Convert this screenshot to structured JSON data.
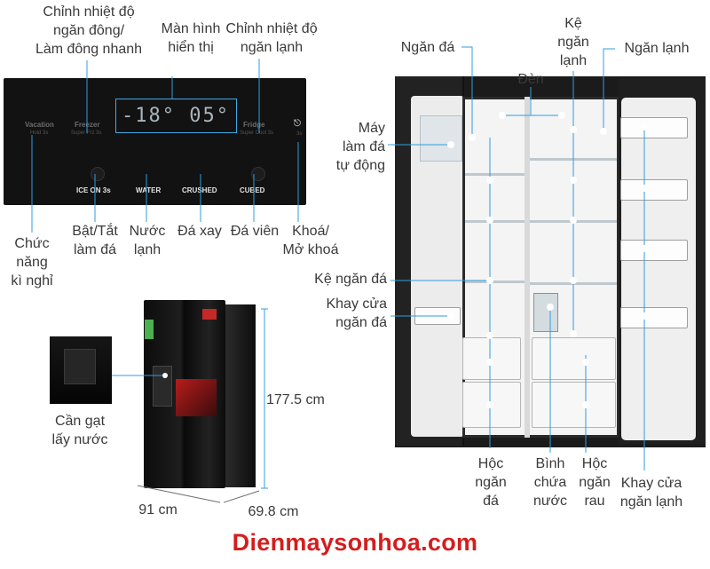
{
  "panel_labels": {
    "freezer_fast": "Chỉnh nhiệt độ\nngăn đông/\nLàm đông nhanh",
    "display": "Màn hình\nhiển thị",
    "fridge_temp": "Chỉnh nhiệt độ\nngăn lạnh",
    "vacation": "Chức\nnăng\nkì nghỉ",
    "ice_toggle": "Bật/Tắt\nlàm đá",
    "cold_water": "Nước\nlạnh",
    "crushed_ice": "Đá xay",
    "cubed_ice": "Đá viên",
    "lock": "Khoá/\nMở khoá"
  },
  "panel": {
    "display_value": "-18° 05°",
    "vacation": "Vacation",
    "vacation_sub": "Hold 3s",
    "freezer": "Freezer",
    "freezer_sub": "Super Frz 3s",
    "fridge": "Fridge",
    "fridge_sub": "Super Cool 3s",
    "lock_sub": "3s",
    "btn_ice_on": "ICE ON 3s",
    "btn_water": "WATER",
    "btn_crushed": "CRUSHED",
    "btn_cubed": "CUBED"
  },
  "product": {
    "lever": "Cần gạt\nlấy nước",
    "height": "177.5 cm",
    "width": "91 cm",
    "depth": "69.8 cm"
  },
  "fridge_labels": {
    "ice_compartment": "Ngăn đá",
    "light": "Đèn",
    "shelf": "Kệ\nngăn\nlạnh",
    "fridge_compartment": "Ngăn lạnh",
    "ice_maker": "Máy\nlàm đá\ntự động",
    "ice_shelf": "Kệ ngăn đá",
    "ice_door_tray": "Khay cửa\nngăn đá",
    "ice_box": "Hộc\nngăn\nđá",
    "water_pitcher": "Bình\nchứa\nnước",
    "veg_box": "Hộc\nngăn\nrau",
    "fridge_door_tray": "Khay cửa\nngăn lạnh"
  },
  "brand": "Dienmaysonhoa.com",
  "colors": {
    "brand": "#d51d1d",
    "callout_line": "#2f9de0",
    "panel_bg": "#121212"
  }
}
